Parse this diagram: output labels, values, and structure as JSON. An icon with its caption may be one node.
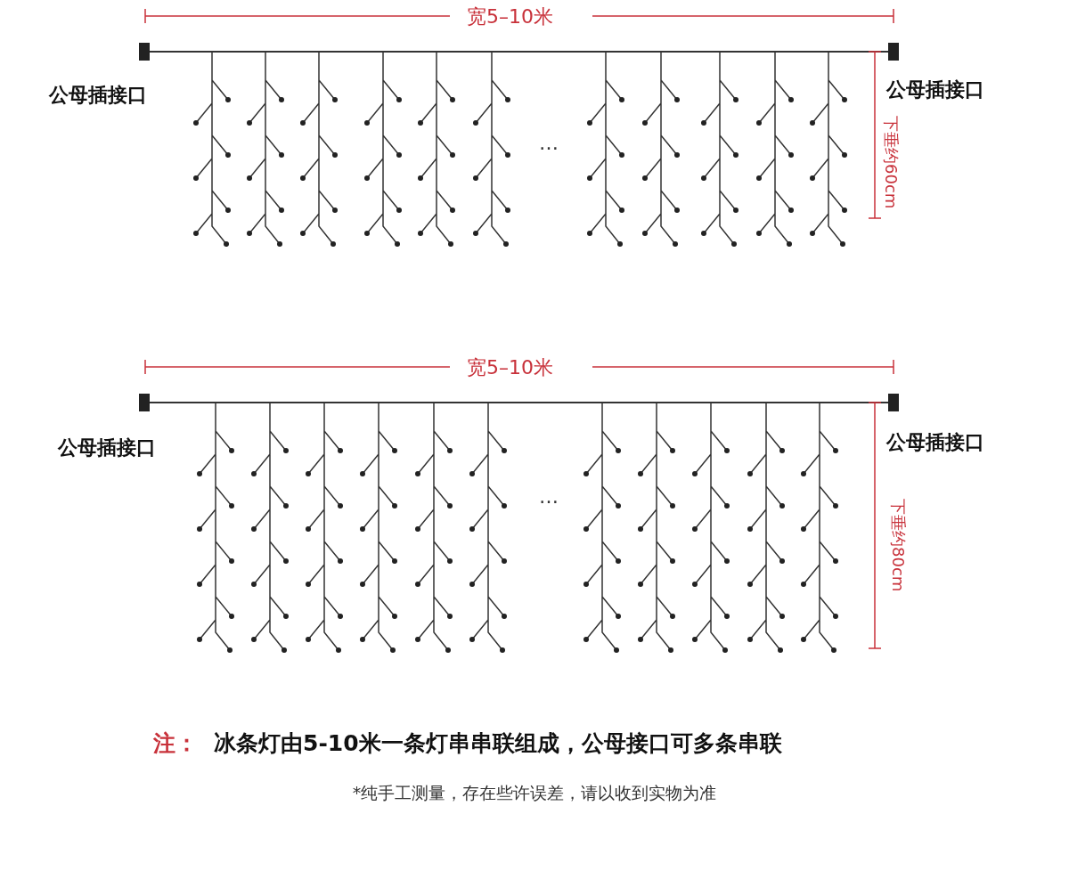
{
  "diagram": {
    "labels": [
      "宽5–10米",
      "公母插接口",
      "公母插接口",
      "下垂约60cm",
      "…",
      "宽5–10米",
      "公母插接口",
      "公母插接口",
      "下垂约80cm",
      "…",
      "注：",
      "冰条灯由5-10米一条灯串串联组成，公母接口可多条串联"
    ],
    "caption": "*纯手工测量，存在些许误差，请以收到实物为准"
  }
}
